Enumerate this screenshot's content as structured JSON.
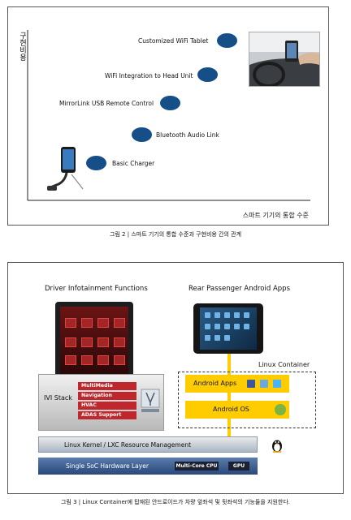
{
  "figure2": {
    "y_axis_label": "구현비용",
    "x_axis_label": "스마트 기기의 통합 수준",
    "items": [
      {
        "label": "Customized WiFi Tablet"
      },
      {
        "label": "WiFi Integration to Head Unit"
      },
      {
        "label": "MirrorLink USB Remote Control"
      },
      {
        "label": "Bluetooth Audio Link"
      },
      {
        "label": "Basic Charger"
      }
    ],
    "bubble_color": "#164f88",
    "caption": "그림 2 | 스마트 기기의 통합 수준과 구현비용 간의 관계"
  },
  "figure3": {
    "left_title": "Driver Infotainment Functions",
    "right_title": "Rear Passenger Android Apps",
    "linux_container": "Linux Container",
    "android_apps": "Android Apps",
    "android_os": "Android OS",
    "ivi_stack": "IVI Stack",
    "ivi_items": [
      "MultiMedia",
      "Navigation",
      "HVAC",
      "ADAS Support"
    ],
    "kernel": "Linux Kernel / LXC Resource Management",
    "soc": "Single SoC Hardware Layer",
    "soc_chips": [
      "Multi-Core CPU",
      "GPU"
    ],
    "accent_color": "#ffcc00",
    "ivi_item_color": "#c0272d",
    "caption": "그림 3 | Linux Container에 탑재된 안드로이드가 차량 앞좌석 및 뒷좌석의 기능들을 지원한다."
  }
}
